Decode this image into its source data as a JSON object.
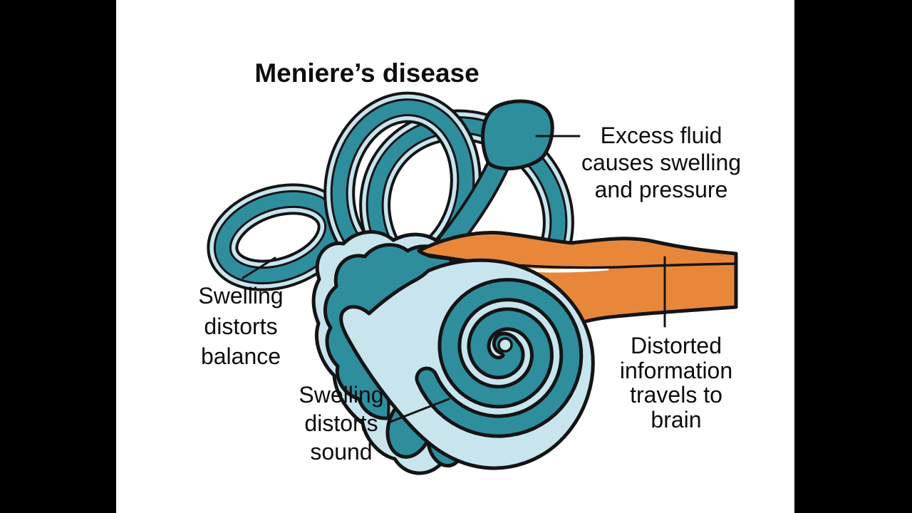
{
  "title": "Meniere’s disease",
  "labels": {
    "excess_fluid": {
      "lines": [
        "Excess fluid",
        "causes swelling",
        "and pressure"
      ]
    },
    "balance": {
      "lines": [
        "Swelling",
        "distorts",
        "balance"
      ]
    },
    "sound": {
      "lines": [
        "Swelling",
        "distorts",
        "sound"
      ]
    },
    "distorted": {
      "lines": [
        "Distorted",
        "information",
        "travels to",
        "brain"
      ]
    }
  },
  "diagram": {
    "subject": "inner ear illustration",
    "parts": [
      "semicircular-canals",
      "vestibule",
      "endolymphatic-sac",
      "cochlea",
      "auditory-nerve"
    ]
  },
  "colors": {
    "background": "#ffffff",
    "letterbox": "#000000",
    "teal": "#2e8e9e",
    "light_blue": "#c8e5ee",
    "orange": "#e8873a",
    "outline": "#141414",
    "text": "#0d0d0d"
  }
}
